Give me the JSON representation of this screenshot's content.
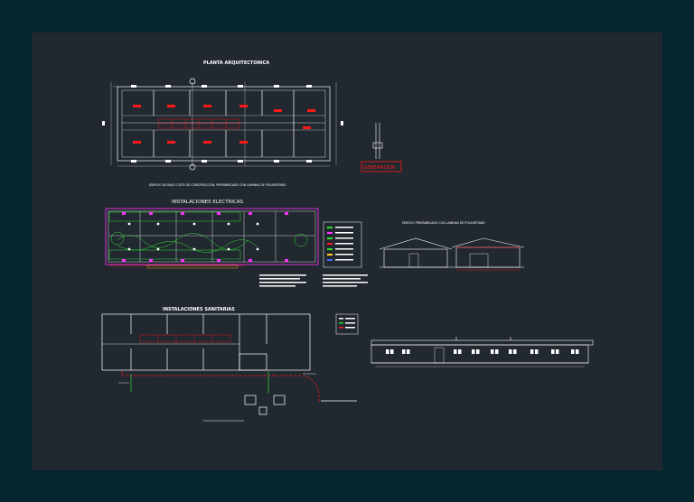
{
  "sheet": {
    "background": "#05262e",
    "canvas": "#212830"
  },
  "labels": {
    "planta": "PLANTA ARQUITECTONICA",
    "planta_note": "EDIFICIO DE BAJO COSTE DE CONSTRUCCION, PREFABRICADO CON LAMINAS DE POLIURETANO",
    "generador": "GENERADOR",
    "electricas": "INSTALACIONES ELECTRICAS",
    "elevation_note": "EDIFICIO PREFABRICADO CON LAMINAS DE POLIURETANO",
    "sanitarias": "INSTALACIONES SANITARIAS"
  },
  "colors": {
    "line": "#ffffff",
    "red": "#ff1a1a",
    "green": "#2fe02f",
    "magenta": "#ff33ff",
    "orange": "#ff9a1a",
    "blue": "#3f6bff",
    "yellow": "#ffd21a"
  }
}
